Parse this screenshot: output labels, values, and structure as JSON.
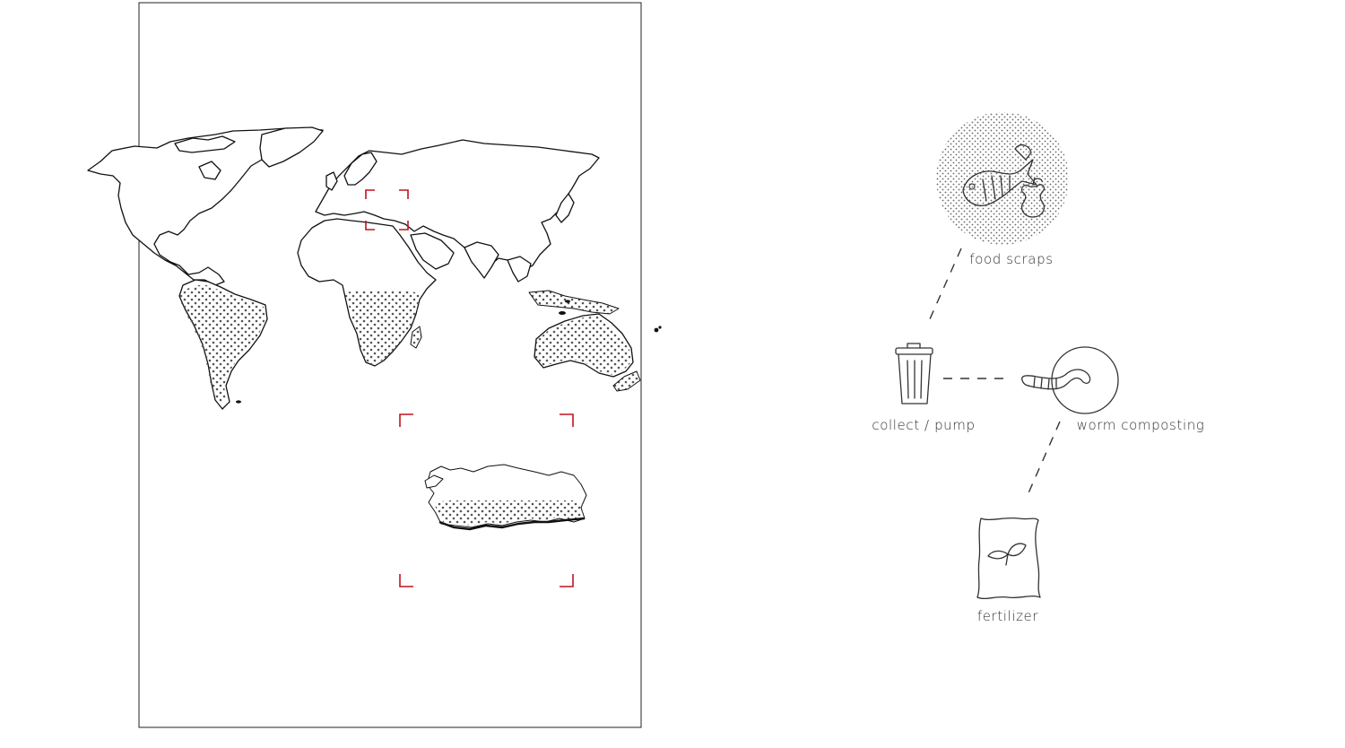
{
  "colors": {
    "marker": "#c0141c",
    "line": "#333333",
    "hatch": "#555555"
  },
  "map": {
    "frame": true,
    "dotted_regions": [
      "south-america",
      "africa",
      "oceania",
      "turkey-south"
    ],
    "highlight": "turkey"
  },
  "diagram": {
    "nodes": [
      {
        "id": "food",
        "label": "food scraps",
        "icon": "fish-bone-apple-core-icon"
      },
      {
        "id": "collect",
        "label": "collect / pump",
        "icon": "trash-bin-icon"
      },
      {
        "id": "worm",
        "label": "worm composting",
        "icon": "worm-icon"
      },
      {
        "id": "fertilizer",
        "label": "fertilizer",
        "icon": "fertilizer-bag-icon"
      }
    ],
    "edges": [
      {
        "from": "food",
        "to": "collect",
        "style": "dashed"
      },
      {
        "from": "collect",
        "to": "worm",
        "style": "dashed"
      },
      {
        "from": "worm",
        "to": "fertilizer",
        "style": "dashed"
      }
    ]
  }
}
